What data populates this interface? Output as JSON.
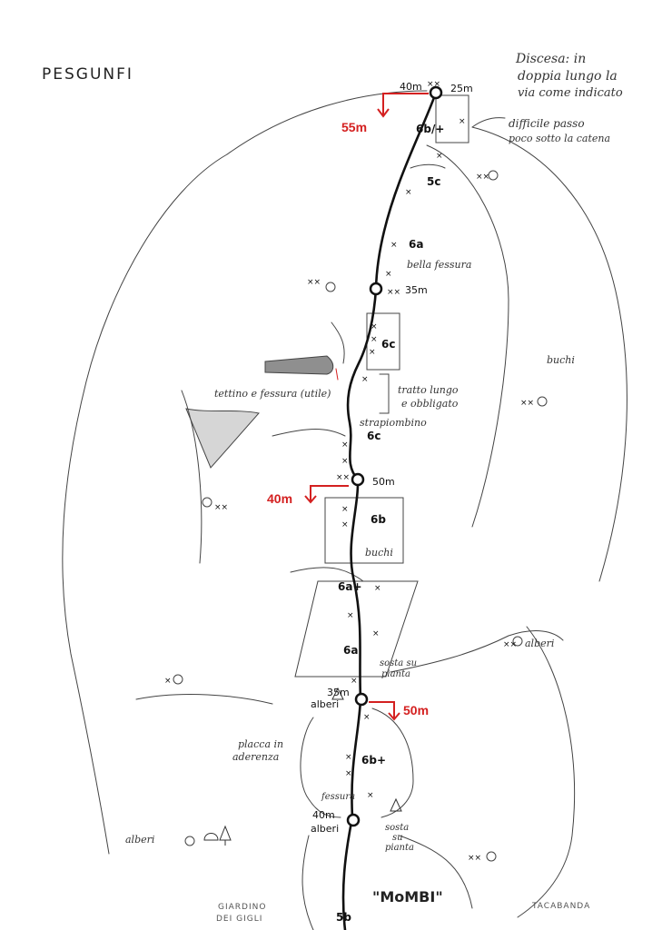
{
  "title": "PESGUNFI",
  "descent_note": [
    "Discesa: in",
    "doppia lungo la",
    "via come indicato"
  ],
  "note_difficult": [
    "difficile passo",
    "poco sotto la catena"
  ],
  "rappels": {
    "top": "55m",
    "mid": "40m",
    "low": "50m"
  },
  "anchors": {
    "top": "25m",
    "top_left": "40m",
    "a35": "35m",
    "a50": "50m",
    "a35b": "35m",
    "alberi_a": "alberi",
    "a40": "40m",
    "alberi_b": "alberi"
  },
  "grades": {
    "g1": "6b/+",
    "g2": "5c",
    "g3": "6a",
    "g4": "6c",
    "g5": "6c",
    "g6": "6b",
    "g7": "6a+",
    "g8": "6a",
    "g9": "6b+",
    "g10": "5b"
  },
  "notes": {
    "bella_fessura": "bella fessura",
    "buchi_right": "buchi",
    "tettino": "tettino e fessura (utile)",
    "tratto": [
      "tratto lungo",
      "e obbligato"
    ],
    "strapiombino": "strapiombino",
    "buchi_mid": "buchi",
    "sosta_pianta_1": [
      "sosta su",
      "pianta"
    ],
    "alberi_right": "alberi",
    "placca": [
      "placca in",
      "aderenza"
    ],
    "fessura": "fessura",
    "sosta_pianta_2": [
      "sosta",
      "su",
      "pianta"
    ],
    "alberi_left": "alberi",
    "mombi": "\"MoMBI\"",
    "giardino": [
      "GIARDINO",
      "DEI GIGLI"
    ],
    "tacabanda": "TACABANDA"
  }
}
